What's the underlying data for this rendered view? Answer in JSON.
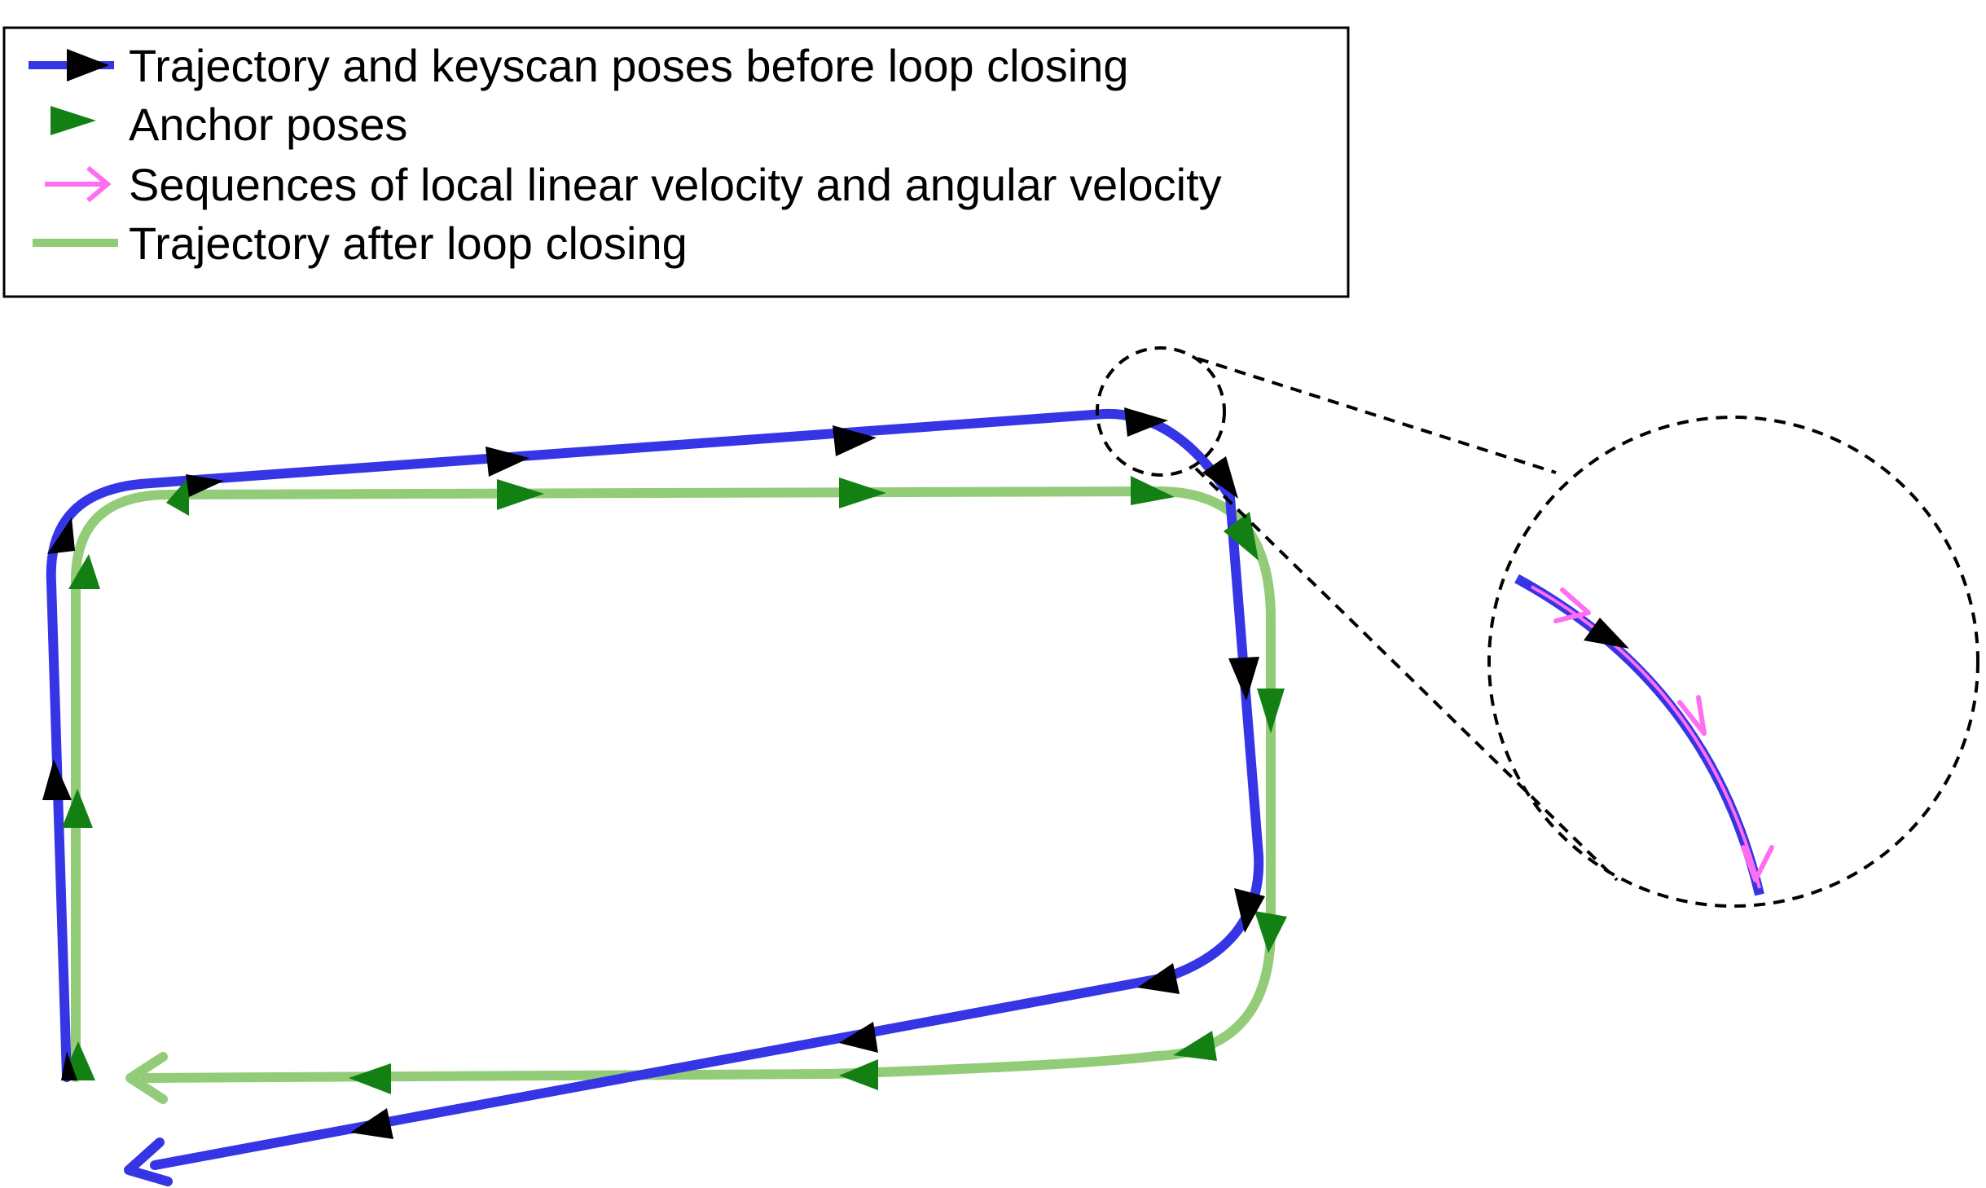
{
  "legend": {
    "items": [
      {
        "key": "before",
        "label": "Trajectory and keyscan poses before loop closing",
        "line_color": "#3535e6",
        "marker_color": "#000000"
      },
      {
        "key": "anchor",
        "label": "Anchor poses",
        "marker_color": "#128012"
      },
      {
        "key": "velocity",
        "label": "Sequences of  local linear velocity and angular velocity",
        "marker_color": "#ff6ef2"
      },
      {
        "key": "after",
        "label": "Trajectory after loop closing",
        "line_color": "#93cc78"
      }
    ]
  },
  "colors": {
    "trajectory_before": "#3535e6",
    "keyscan_pose": "#000000",
    "anchor_pose": "#128012",
    "trajectory_after": "#93cc78",
    "velocity": "#ff6ef2",
    "zoom_outline": "#000000"
  }
}
